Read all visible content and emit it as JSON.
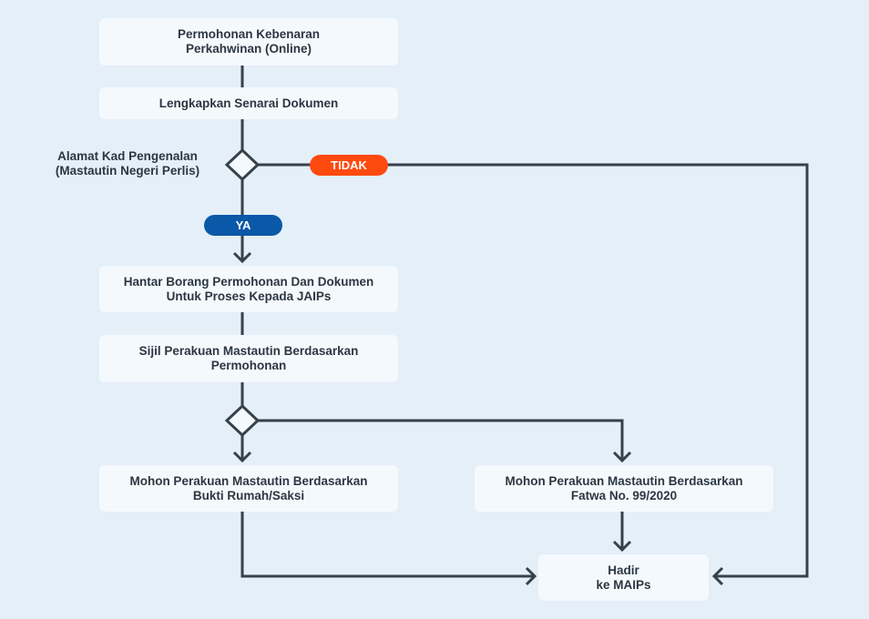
{
  "colors": {
    "background": "#e4eff8",
    "box": "#f4f9fe",
    "line": "#37414b",
    "yes": "#0a58a8",
    "no": "#ff4a0f"
  },
  "nodes": {
    "apply_online": "Permohonan Kebenaran\nPerkahwinan (Online)",
    "complete_documents": "Lengkapkan Senarai Dokumen",
    "submit_form": "Hantar Borang Permohonan Dan Dokumen\nUntuk Proses Kepada JAIPs",
    "residence_certificate": "Sijil Perakuan Mastautin Berdasarkan\nPermohonan",
    "proof_house_witness": "Mohon Perakuan Mastautin Berdasarkan\nBukti Rumah/Saksi",
    "fatwa": "Mohon Perakuan Mastautin Berdasarkan\nFatwa No. 99/2020",
    "attend_maips": "Hadir\nke MAIPs"
  },
  "decision": {
    "ic_address": "Alamat Kad Pengenalan\n(Mastautin Negeri Perlis)"
  },
  "branches": {
    "yes": "YA",
    "no": "TIDAK"
  }
}
